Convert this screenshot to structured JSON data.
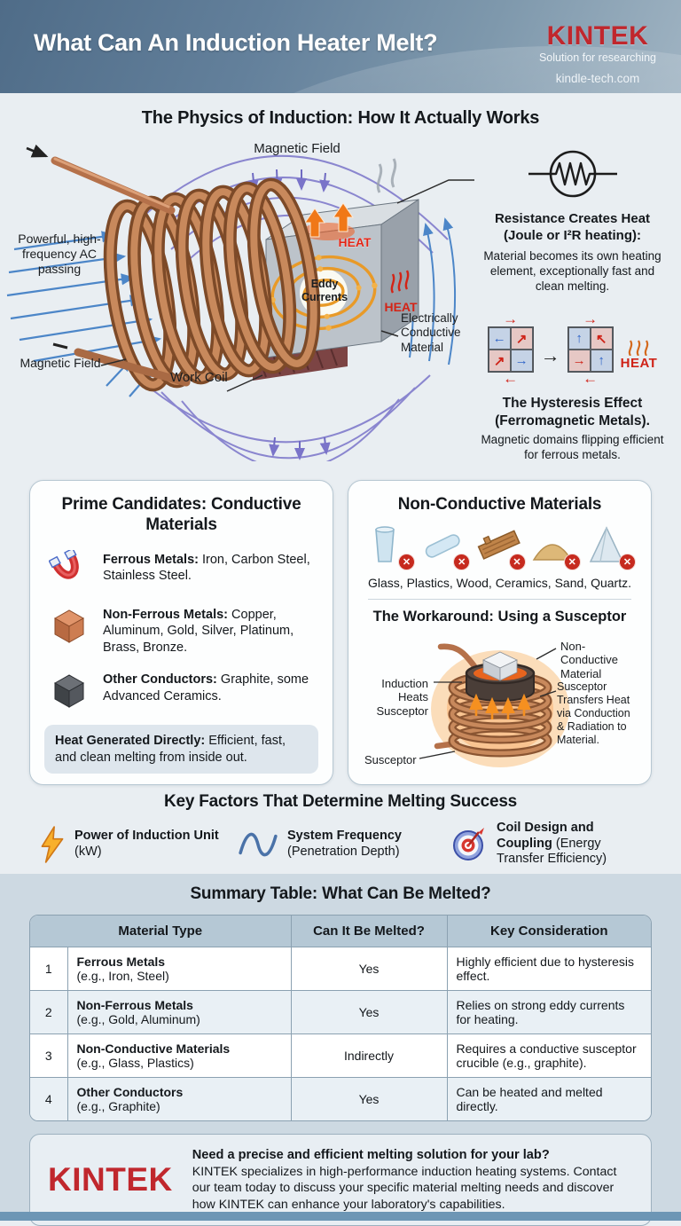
{
  "header": {
    "title": "What Can An Induction Heater Melt?",
    "brand": "KINTEK",
    "tagline": "Solution for researching",
    "website": "kindle-tech.com",
    "brand_color": "#c0272d"
  },
  "physics": {
    "section_title": "The Physics of Induction: How It Actually Works",
    "labels": {
      "magnetic_field_top": "Magnetic Field",
      "ac_passing": "Powerful, high-frequency AC passing",
      "magnetic_field_left": "Magnetic Field",
      "work_coil": "Work Coil",
      "eddy_currents": "Eddy Currents",
      "heat_top": "HEAT",
      "heat_side": "HEAT",
      "conductive_material": "Electrically Conductive Material"
    },
    "resistance": {
      "heading": "Resistance Creates Heat (Joule or I²R heating):",
      "body": "Material becomes its own heating element, exceptionally fast and clean melting."
    },
    "hysteresis": {
      "heading": "The Hysteresis Effect (Ferromagnetic Metals).",
      "body": "Magnetic domains flipping efficient for ferrous metals.",
      "heat_label": "HEAT",
      "arrow_above": "→",
      "arrow_below": "←",
      "arrow_between": "→",
      "grid_left": [
        "←",
        "↗",
        "↗",
        "→"
      ],
      "grid_right": [
        "↑",
        "↖",
        "→",
        "↑"
      ]
    }
  },
  "prime_card": {
    "title": "Prime Candidates: Conductive Materials",
    "items": [
      {
        "icon": "magnet-icon",
        "bold": "Ferrous Metals:",
        "text": "Iron, Carbon Steel, Stainless Steel."
      },
      {
        "icon": "copper-cube-icon",
        "bold": "Non-Ferrous Metals:",
        "text": "Copper, Aluminum, Gold, Silver, Platinum, Brass, Bronze."
      },
      {
        "icon": "graphite-cube-icon",
        "bold": "Other Conductors:",
        "text": "Graphite, some Advanced Ceramics."
      }
    ],
    "note_bold": "Heat Generated Directly:",
    "note_text": "Efficient, fast, and clean melting from inside out."
  },
  "nonconductive_card": {
    "title": "Non-Conductive Materials",
    "caption": "Glass, Plastics, Wood, Ceramics, Sand, Quartz.",
    "workaround_title": "The Workaround: Using a Susceptor",
    "labels": {
      "induction": "Induction Heats Susceptor",
      "susceptor": "Susceptor",
      "material": "Non-Conductive Material",
      "transfer": "Susceptor Transfers Heat via Conduction & Radiation to Material."
    }
  },
  "key_factors": {
    "title": "Key Factors That Determine Melting Success",
    "items": [
      {
        "icon": "lightning-icon",
        "bold": "Power of Induction Unit",
        "normal": "(kW)"
      },
      {
        "icon": "sine-wave-icon",
        "bold": "System Frequency",
        "normal": "(Penetration Depth)"
      },
      {
        "icon": "target-icon",
        "bold": "Coil Design and Coupling",
        "normal": "(Energy Transfer Efficiency)"
      }
    ]
  },
  "summary": {
    "title": "Summary Table: What Can Be Melted?",
    "headers": [
      "Material Type",
      "Can It Be Melted?",
      "Key Consideration"
    ],
    "rows": [
      {
        "num": "1",
        "material": "Ferrous Metals",
        "example": "(e.g., Iron, Steel)",
        "melted": "Yes",
        "consideration": "Highly efficient due to hysteresis effect."
      },
      {
        "num": "2",
        "material": "Non-Ferrous Metals",
        "example": "(e.g., Gold, Aluminum)",
        "melted": "Yes",
        "consideration": "Relies on strong eddy currents for heating."
      },
      {
        "num": "3",
        "material": "Non-Conductive Materials",
        "example": "(e.g., Glass, Plastics)",
        "melted": "Indirectly",
        "consideration": "Requires a conductive susceptor crucible (e.g., graphite)."
      },
      {
        "num": "4",
        "material": "Other Conductors",
        "example": "(e.g., Graphite)",
        "melted": "Yes",
        "consideration": "Can be heated and melted directly."
      }
    ]
  },
  "footer": {
    "brand": "KINTEK",
    "heading": "Need a precise and efficient melting solution for your lab?",
    "body": "KINTEK specializes in high-performance induction heating systems. Contact our team today to discuss your specific material melting needs and discover how KINTEK can enhance your laboratory's capabilities."
  }
}
